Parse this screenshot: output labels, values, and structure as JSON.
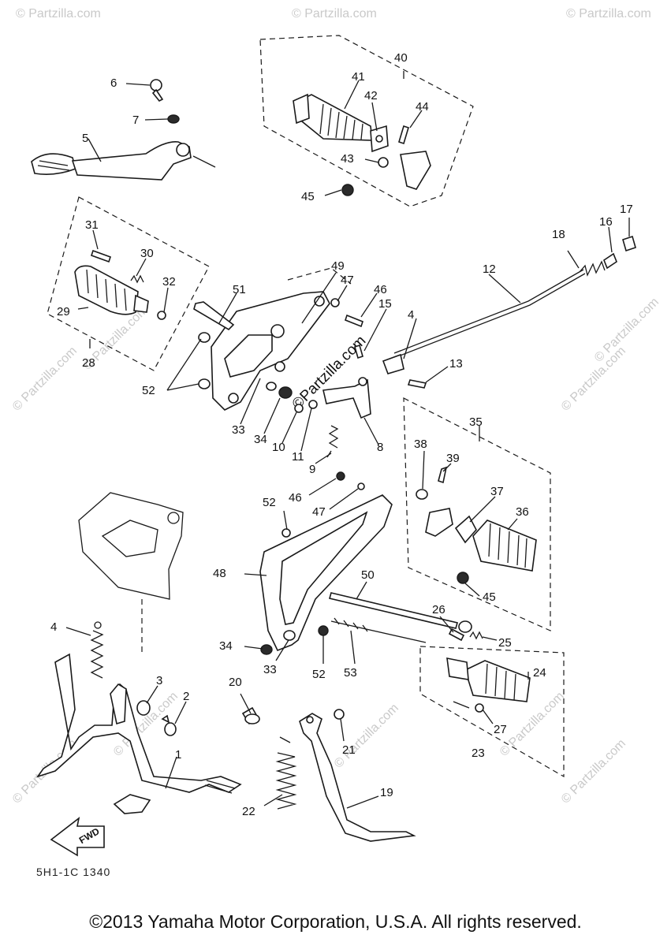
{
  "watermark": {
    "text": "© Partzilla.com",
    "center_text": "©Partzilla.com"
  },
  "diagram": {
    "code": "5H1-1C 1340",
    "fwd_label": "FWD",
    "part_labels": {
      "p1": "1",
      "p2": "2",
      "p3": "3",
      "p4a": "4",
      "p4b": "4",
      "p5": "5",
      "p6": "6",
      "p7": "7",
      "p8": "8",
      "p9": "9",
      "p10": "10",
      "p11": "11",
      "p12": "12",
      "p13": "13",
      "p15": "15",
      "p16": "16",
      "p17": "17",
      "p18": "18",
      "p19": "19",
      "p20": "20",
      "p21": "21",
      "p22": "22",
      "p23": "23",
      "p24": "24",
      "p25": "25",
      "p26": "26",
      "p27": "27",
      "p28": "28",
      "p29": "29",
      "p30": "30",
      "p31": "31",
      "p32": "32",
      "p33a": "33",
      "p33b": "33",
      "p34a": "34",
      "p34b": "34",
      "p35": "35",
      "p36": "36",
      "p37": "37",
      "p38": "38",
      "p39": "39",
      "p40": "40",
      "p41": "41",
      "p42": "42",
      "p43": "43",
      "p44": "44",
      "p45a": "45",
      "p45b": "45",
      "p46a": "46",
      "p46b": "46",
      "p47a": "47",
      "p47b": "47",
      "p48": "48",
      "p49": "49",
      "p50": "50",
      "p51": "51",
      "p52a": "52",
      "p52b": "52",
      "p52c": "52",
      "p53": "53"
    }
  },
  "footer": {
    "copyright": "©2013 Yamaha Motor Corporation, U.S.A. All rights reserved."
  },
  "colors": {
    "ink": "#1a1a1a",
    "watermark": "#c9c9c9",
    "background": "#ffffff"
  }
}
